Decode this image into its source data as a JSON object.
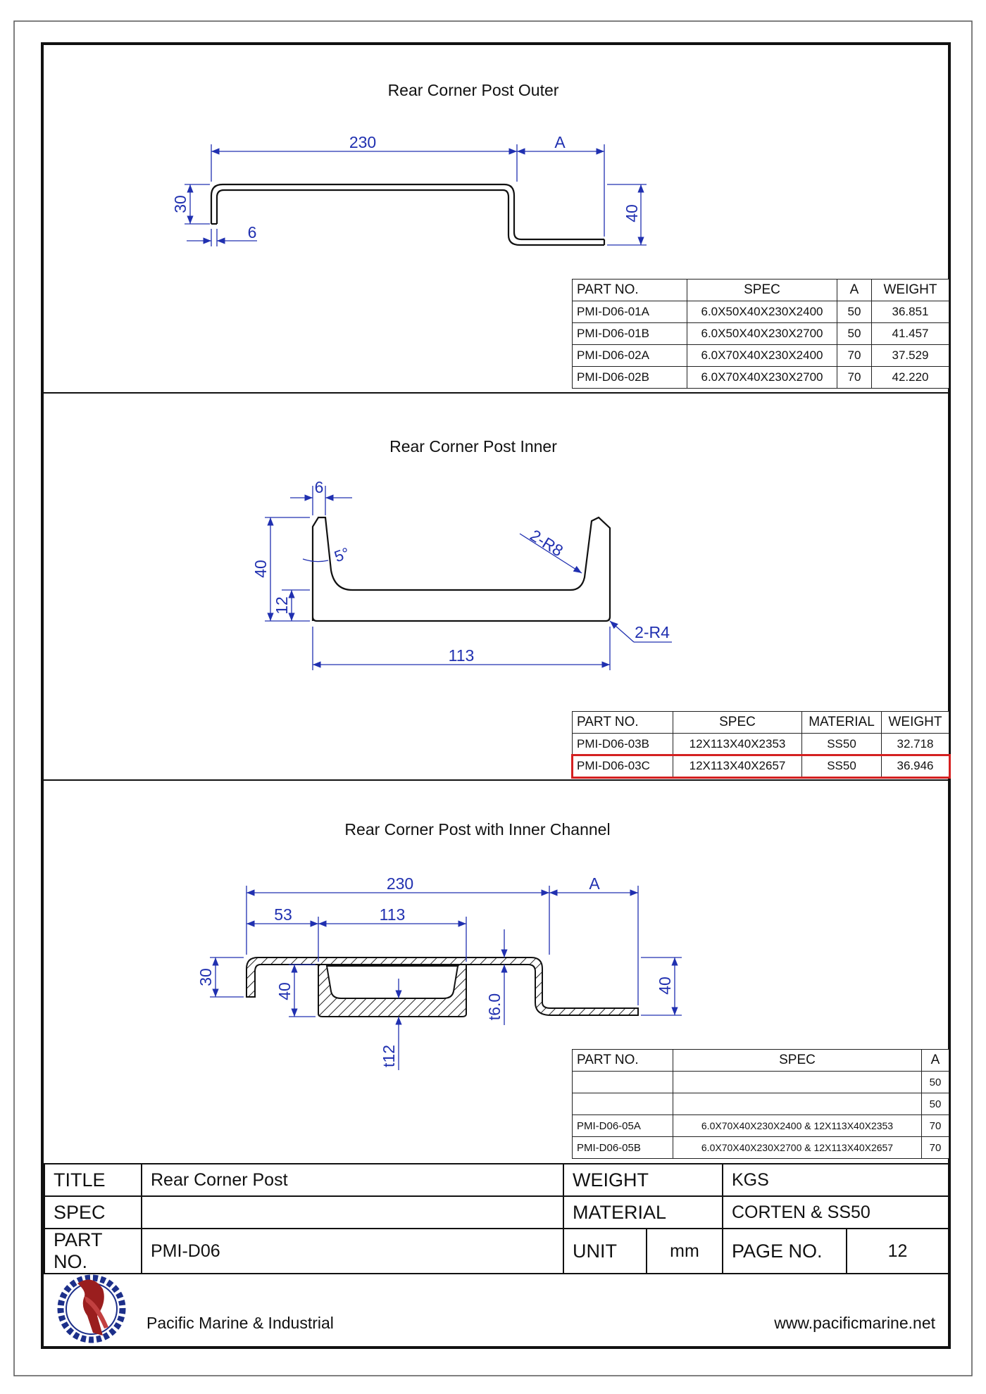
{
  "sections": {
    "outer": {
      "title": "Rear Corner Post Outer",
      "dims": {
        "width": "230",
        "a": "A",
        "lip": "30",
        "thickness": "6",
        "depth": "40"
      },
      "table": {
        "headers": [
          "PART NO.",
          "SPEC",
          "A",
          "WEIGHT"
        ],
        "rows": [
          [
            "PMI-D06-01A",
            "6.0X50X40X230X2400",
            "50",
            "36.851"
          ],
          [
            "PMI-D06-01B",
            "6.0X50X40X230X2700",
            "50",
            "41.457"
          ],
          [
            "PMI-D06-02A",
            "6.0X70X40X230X2400",
            "70",
            "37.529"
          ],
          [
            "PMI-D06-02B",
            "6.0X70X40X230X2700",
            "70",
            "42.220"
          ]
        ]
      }
    },
    "inner": {
      "title": "Rear Corner Post Inner",
      "dims": {
        "thickness": "6",
        "angle": "5°",
        "height": "40",
        "base": "12",
        "radius_inner": "2-R8",
        "radius_outer": "2-R4",
        "width": "113"
      },
      "table": {
        "headers": [
          "PART NO.",
          "SPEC",
          "MATERIAL",
          "WEIGHT"
        ],
        "rows": [
          [
            "PMI-D06-03B",
            "12X113X40X2353",
            "SS50",
            "32.718"
          ],
          [
            "PMI-D06-03C",
            "12X113X40X2657",
            "SS50",
            "36.946"
          ]
        ],
        "highlight_row": 1
      }
    },
    "assembly": {
      "title": "Rear Corner Post with Inner Channel",
      "dims": {
        "width": "230",
        "a": "A",
        "offset": "53",
        "channel": "113",
        "lip": "30",
        "inner_height": "40",
        "outer_height": "40",
        "t_outer": "t6.0",
        "t_inner": "t12"
      },
      "table": {
        "headers": [
          "PART NO.",
          "SPEC",
          "A"
        ],
        "rows": [
          [
            "",
            "",
            "50"
          ],
          [
            "",
            "",
            "50"
          ],
          [
            "PMI-D06-05A",
            "6.0X70X40X230X2400 & 12X113X40X2353",
            "70"
          ],
          [
            "PMI-D06-05B",
            "6.0X70X40X230X2700 & 12X113X40X2657",
            "70"
          ]
        ]
      }
    }
  },
  "title_block": {
    "title_label": "TITLE",
    "title_value": "Rear Corner Post",
    "weight_label": "WEIGHT",
    "weight_value": "KGS",
    "spec_label": "SPEC",
    "spec_value": "",
    "material_label": "MATERIAL",
    "material_value": "CORTEN & SS50",
    "partno_label": "PART NO.",
    "partno_value": "PMI-D06",
    "unit_label": "UNIT",
    "unit_value": "mm",
    "page_label": "PAGE  NO.",
    "page_value": "12"
  },
  "footer": {
    "company": "Pacific Marine & Industrial",
    "url": "www.pacificmarine.net"
  },
  "colors": {
    "dimension": "#2030b0",
    "highlight": "#d42020",
    "line": "#111111"
  }
}
